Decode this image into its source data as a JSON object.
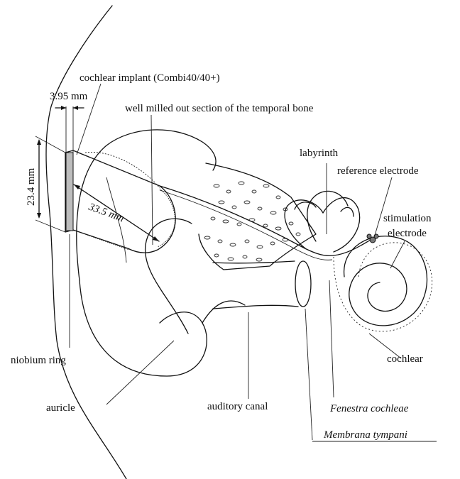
{
  "labels": {
    "implant": "cochlear implant (Combi40/40+)",
    "width_dim": "3.95 mm",
    "well": "well milled out section of the temporal bone",
    "height_dim": "23.4 mm",
    "length_dim": "33.5 mm",
    "labyrinth": "labyrinth",
    "reference_electrode": "reference electrode",
    "stimulation_line1": "stimulation",
    "stimulation_line2": "electrode",
    "niobium_ring": "niobium ring",
    "cochlear": "cochlear",
    "auricle": "auricle",
    "auditory_canal": "auditory canal",
    "fenestra": "Fenestra cochleae",
    "membrana": "Membrana tympani"
  }
}
